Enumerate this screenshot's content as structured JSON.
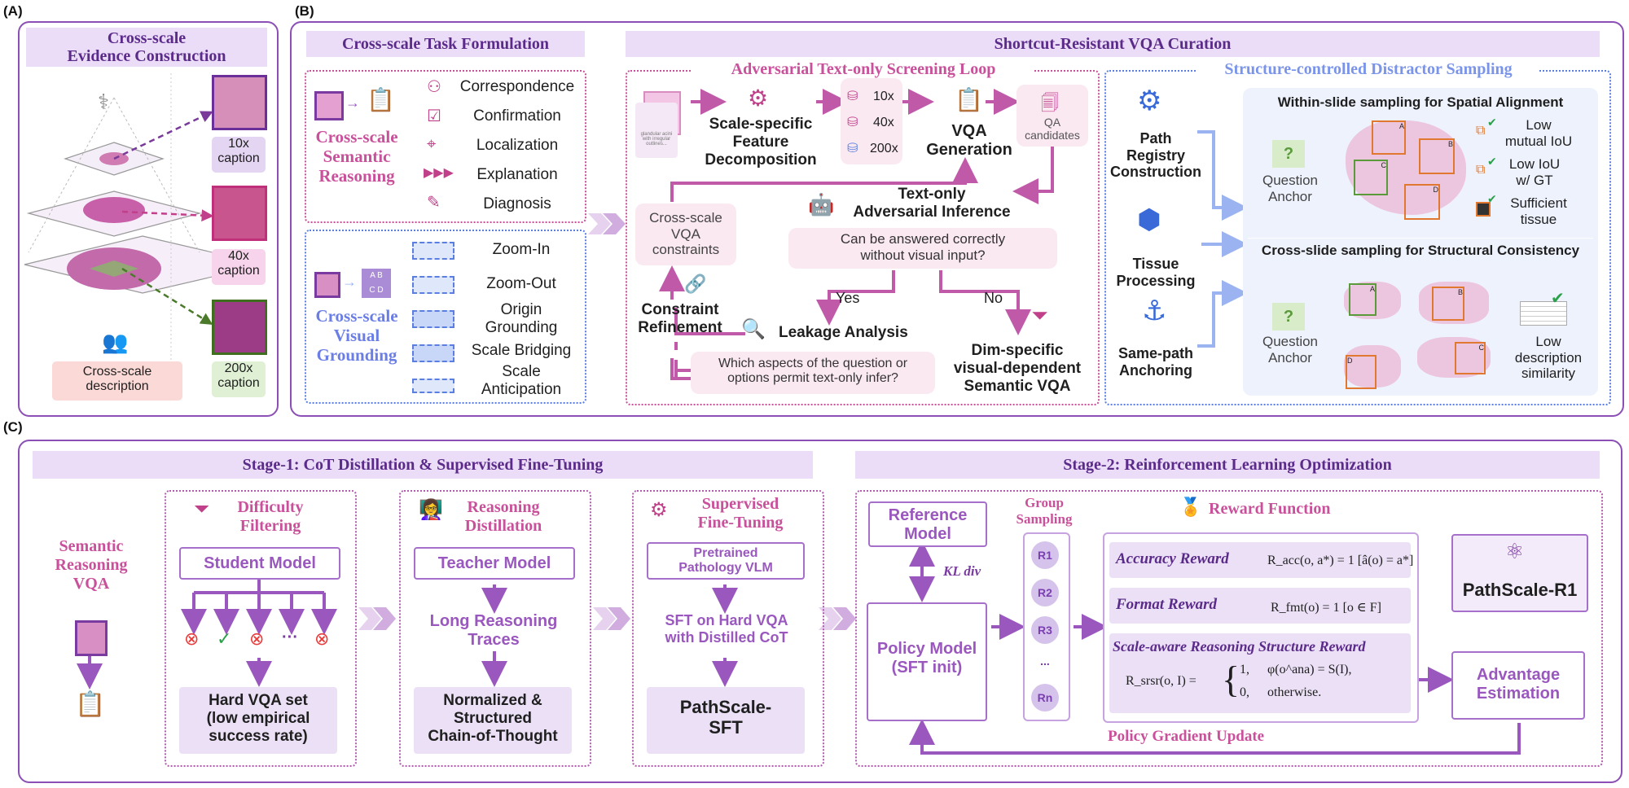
{
  "panels": {
    "a": "(A)",
    "b": "(B)",
    "c": "(C)"
  },
  "panel_a": {
    "title_1": "Cross-scale",
    "title_2": "Evidence Construction",
    "captions": [
      "10x",
      "caption",
      "40x",
      "caption",
      "200x",
      "caption"
    ],
    "desc_1": "Cross-scale",
    "desc_2": "description"
  },
  "panel_b": {
    "left_title": "Cross-scale Task Formulation",
    "semantic_1": "Cross-scale",
    "semantic_2": "Semantic",
    "semantic_3": "Reasoning",
    "semantic_tasks": [
      "Correspondence",
      "Confirmation",
      "Localization",
      "Explanation",
      "Diagnosis"
    ],
    "visual_1": "Cross-scale",
    "visual_2": "Visual",
    "visual_3": "Grounding",
    "visual_tasks": [
      "Zoom-In",
      "Zoom-Out",
      "Origin",
      "Grounding",
      "Scale Bridging",
      "Scale",
      "Anticipation"
    ],
    "mid_title": "Shortcut-Resistant VQA Curation",
    "loop_title": "Adversarial Text-only Screening Loop",
    "tiny_text": [
      "glandular acini",
      "with irregular",
      "outlines..."
    ],
    "feature_1": "Scale-specific",
    "feature_2": "Feature",
    "feature_3": "Decomposition",
    "scales": [
      "10x",
      "40x",
      "200x"
    ],
    "vqa_gen_1": "VQA",
    "vqa_gen_2": "Generation",
    "qa_1": "QA",
    "qa_2": "candidates",
    "constraints_1": "Cross-scale",
    "constraints_2": "VQA",
    "constraints_3": "constraints",
    "adv_1": "Text-only",
    "adv_2": "Adversarial Inference",
    "question_1": "Can be answered correctly",
    "question_2": "without visual input?",
    "yes": "Yes",
    "no": "No",
    "refine_1": "Constraint",
    "refine_2": "Refinement",
    "leak": "Leakage Analysis",
    "leak_q_1": "Which aspects of the question or",
    "leak_q_2": "options permit text-only infer?",
    "dim_1": "Dim-specific",
    "dim_2": "visual-dependent",
    "dim_3": "Semantic VQA",
    "struct_title": "Structure-controlled Distractor Sampling",
    "path_1": "Path",
    "path_2": "Registry",
    "path_3": "Construction",
    "tissue_1": "Tissue",
    "tissue_2": "Processing",
    "same_1": "Same-path",
    "same_2": "Anchoring",
    "within_title": "Within-slide sampling for Spatial Alignment",
    "cross_title": "Cross-slide sampling for Structural Consistency",
    "qmark": "?",
    "anchor_1": "Question",
    "anchor_2": "Anchor",
    "crit": [
      "Low",
      "mutual IoU",
      "Low IoU",
      "w/ GT",
      "Sufficient",
      "tissue"
    ],
    "letters": [
      "A",
      "B",
      "C",
      "D"
    ],
    "low_desc_1": "Low",
    "low_desc_2": "description",
    "low_desc_3": "similarity"
  },
  "panel_c": {
    "stage1": "Stage-1: CoT Distillation & Supervised Fine-Tuning",
    "stage2": "Stage-2: Reinforcement Learning Optimization",
    "srvqa_1": "Semantic",
    "srvqa_2": "Reasoning",
    "srvqa_3": "VQA",
    "diff_1": "Difficulty",
    "diff_2": "Filtering",
    "student": "Student Model",
    "ellipsis": "···",
    "hard_1": "Hard VQA set",
    "hard_2": "(low empirical",
    "hard_3": "success rate)",
    "rd_1": "Reasoning",
    "rd_2": "Distillation",
    "teacher": "Teacher Model",
    "long_1": "Long Reasoning",
    "long_2": "Traces",
    "norm_1": "Normalized &",
    "norm_2": "Structured",
    "norm_3": "Chain-of-Thought",
    "sft_1": "Supervised",
    "sft_2": "Fine-Tuning",
    "pre_1": "Pretrained",
    "pre_2": "Pathology VLM",
    "sfthard_1": "SFT on Hard VQA",
    "sfthard_2": "with Distilled CoT",
    "pssft_1": "PathScale-",
    "pssft_2": "SFT",
    "ref_1": "Reference",
    "ref_2": "Model",
    "kl": "KL div",
    "policy_1": "Policy Model",
    "policy_2": "(SFT init)",
    "group_1": "Group",
    "group_2": "Sampling",
    "rs": [
      "R1",
      "R2",
      "R3",
      "...",
      "Rn"
    ],
    "reward_title": "Reward Function",
    "acc": "Accuracy Reward",
    "acc_f": "R_acc(o, a*) = 1 [â(o) = a*]",
    "fmt": "Format Reward",
    "fmt_f": "R_fmt(o) = 1 [o ∈ F]",
    "srs": "Scale-aware Reasoning Structure Reward",
    "srs_lhs": "R_srsr(o, I) =",
    "srs_c1": "1,",
    "srs_c1b": "φ(o^ana) = S(I),",
    "srs_c2": "0,",
    "srs_c2b": "otherwise.",
    "r1": "PathScale-R1",
    "adv_1": "Advantage",
    "adv_2": "Estimation",
    "pgu": "Policy Gradient Update"
  },
  "colors": {
    "purple": "#8b4fb5",
    "magenta": "#c9509a",
    "blue": "#5b7fe0",
    "lavender": "#ebdcf7"
  }
}
